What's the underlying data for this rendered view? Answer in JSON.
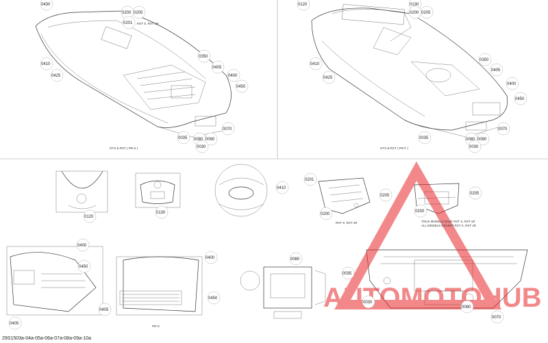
{
  "views": {
    "top_left": {
      "caption": "GTX & RXT ( PR-S )",
      "note": "RXT X, RXT xR",
      "callouts": [
        "0430",
        "0200",
        "0205",
        "0201",
        "0410",
        "0425",
        "0350",
        "0405",
        "0400",
        "0450",
        "0070",
        "0035",
        "0080",
        "0090",
        "0030"
      ]
    },
    "top_right": {
      "caption": "GTX & RXT ( PR-F )",
      "callouts": [
        "0120",
        "0130",
        "0200",
        "0205",
        "0410",
        "0425",
        "0350",
        "0405",
        "0400",
        "0450",
        "0070",
        "0035",
        "0080",
        "0090",
        "0030"
      ]
    },
    "detail_0120": {
      "callout": "0120"
    },
    "detail_0130": {
      "callout": "0130"
    },
    "detail_0410": {
      "callout": "0410"
    },
    "detail_0200": {
      "callouts": [
        "0201",
        "0205",
        "0200"
      ],
      "note": "RXT X, RXT xR"
    },
    "detail_0200_0205": {
      "callouts": [
        "0205",
        "0200"
      ],
      "note_lines": [
        "TOUS MODELS SAUF RXT X, RXT xR",
        "ALL MODELS EXCEPT RXT X, RXT xR"
      ]
    },
    "bottom_left": {
      "callouts": [
        "0400",
        "0450",
        "0405"
      ]
    },
    "bottom_pr_s": {
      "caption": "PR-S",
      "callouts": [
        "0400",
        "0450",
        "0405"
      ]
    },
    "bottom_engine": {
      "callouts": [
        "0080"
      ]
    },
    "bottom_right": {
      "callouts": [
        "0035",
        "0030",
        "0080",
        "0070"
      ]
    }
  },
  "footer": {
    "code": "29S1503a-04a-05a-06a-07a-08a-09a-10a"
  },
  "watermark": {
    "text": "AUTOMOTOHUB",
    "color": "#e8272a",
    "accent": "#f5a623"
  }
}
